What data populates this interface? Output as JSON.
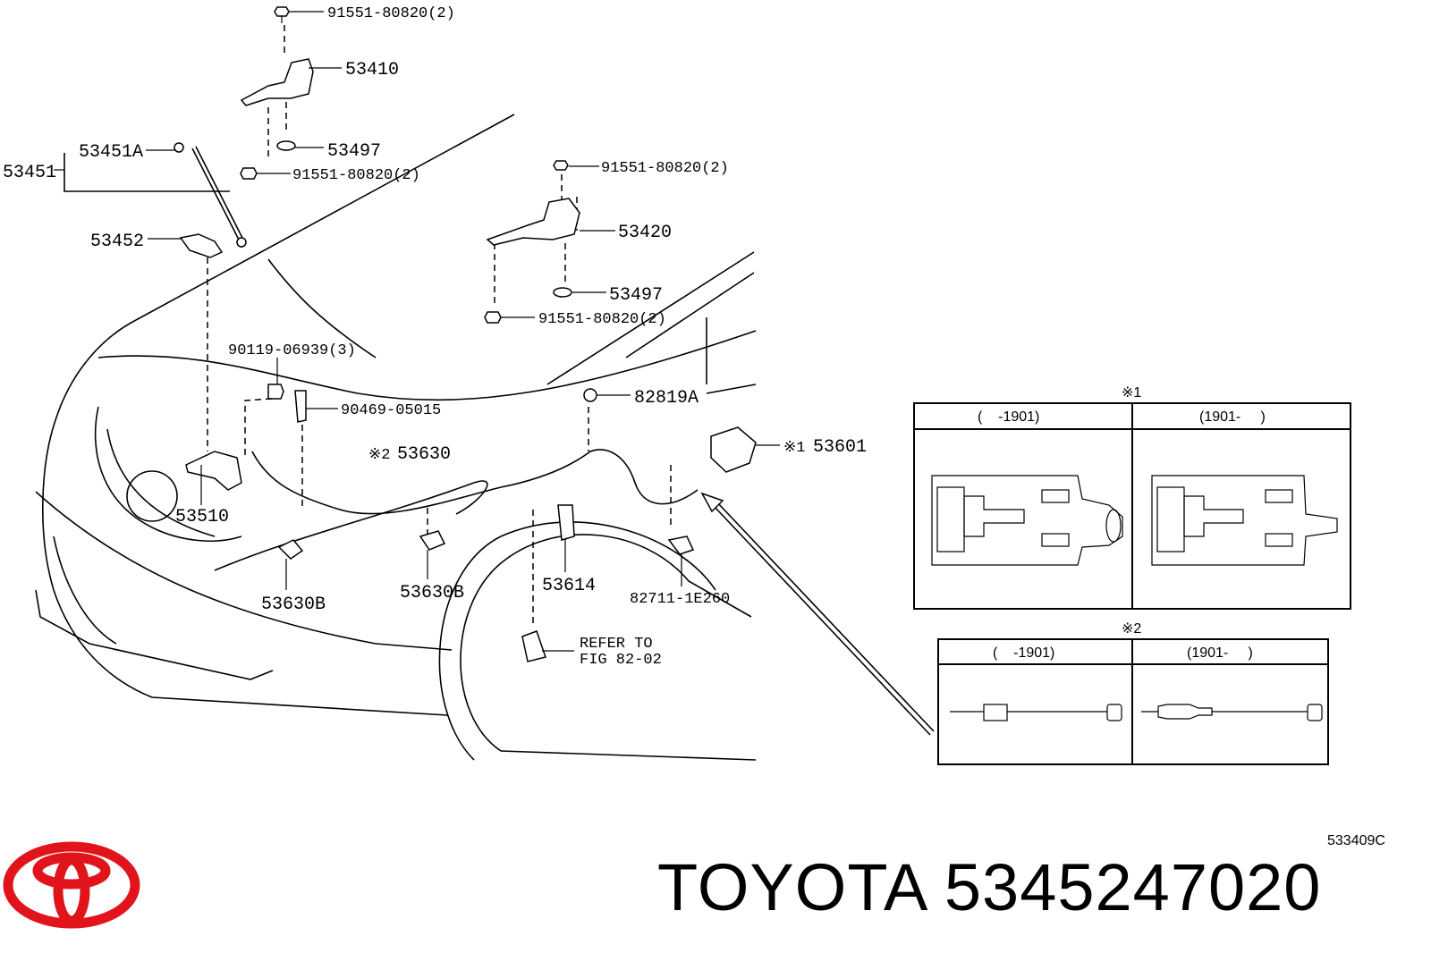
{
  "labels": {
    "bolt_top": "91551-80820(2)",
    "hinge_lh": "53410",
    "washer_lh": "53497",
    "bolt_lh_lower": "91551-80820(2)",
    "support_rod_group": "53451",
    "support_rod": "53451A",
    "rod_holder": "53452",
    "bolt_rh_top": "91551-80820(2)",
    "hinge_rh": "53420",
    "washer_rh": "53497",
    "bolt_rh_lower": "91551-80820(2)",
    "screw": "90119-06939(3)",
    "clamp": "90469-05015",
    "grommet": "82819A",
    "cable_mark": "※2",
    "cable": "53630",
    "lock_mark": "※1",
    "lock": "53601",
    "hood_lock": "53510",
    "clamp_b1": "53630B",
    "clamp_b2": "53630B",
    "retainer": "53614",
    "connector": "82711-1E260",
    "refer": "REFER TO",
    "refer_fig": "FIG 82-02"
  },
  "table1": {
    "mark": "※1",
    "col_left": "(    -1901)",
    "col_right": "(1901-     )"
  },
  "table2": {
    "mark": "※2",
    "col_left": "(    -1901)",
    "col_right": "(1901-     )"
  },
  "footer": {
    "diagram_code": "533409C",
    "brand_part": "TOYOTA 5345247020"
  },
  "colors": {
    "logo": "#e1141b",
    "ink": "#000000"
  }
}
